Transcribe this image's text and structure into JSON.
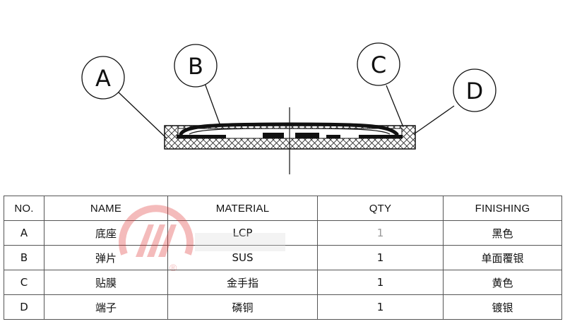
{
  "callouts": [
    {
      "letter": "A"
    },
    {
      "letter": "B"
    },
    {
      "letter": "C"
    },
    {
      "letter": "D"
    }
  ],
  "table": {
    "headers": [
      "NO.",
      "NAME",
      "MATERIAL",
      "QTY",
      "FINISHING"
    ],
    "rows": [
      {
        "no": "A",
        "name": "底座",
        "material": "LCP",
        "qty": "1",
        "finishing": "黑色"
      },
      {
        "no": "B",
        "name": "弹片",
        "material": "SUS",
        "qty": "1",
        "finishing": "单面覆银"
      },
      {
        "no": "C",
        "name": "贴膜",
        "material": "金手指",
        "qty": "1",
        "finishing": "黄色"
      },
      {
        "no": "D",
        "name": "端子",
        "material": "磷铜",
        "qty": "1",
        "finishing": "镀银"
      }
    ]
  },
  "watermark": {
    "color": "#e03030",
    "mark": "®"
  }
}
